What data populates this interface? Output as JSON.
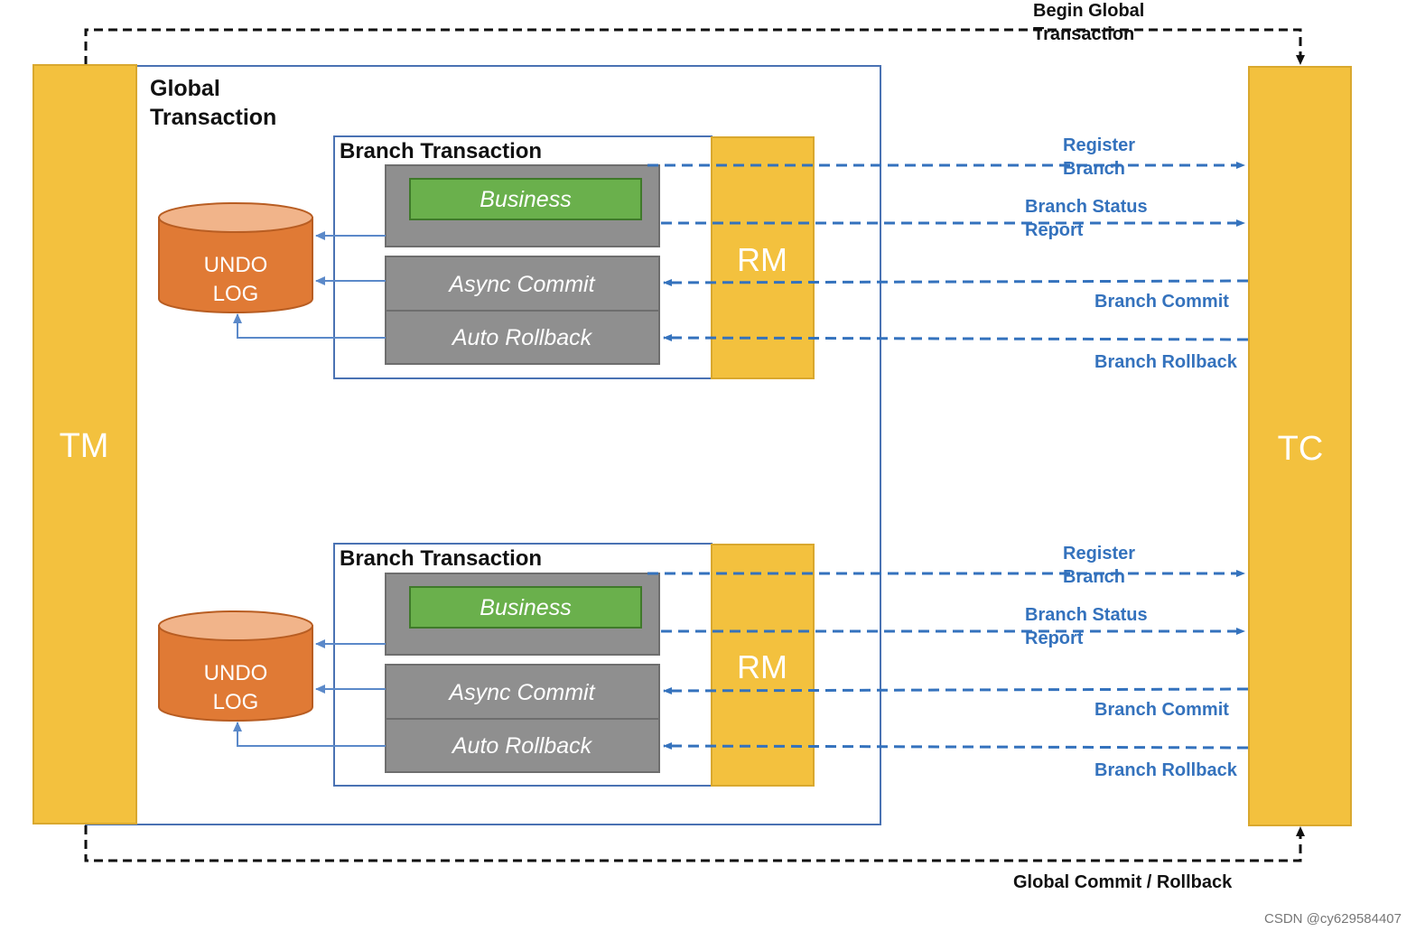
{
  "colors": {
    "yellow": "#f3c13e",
    "yellow_border": "#d9a82e",
    "gray_box": "#8f8f8f",
    "gray_border": "#6e6e6e",
    "green": "#6ab04c",
    "orange": "#e07a35",
    "orange_top": "#f1b48a",
    "blue": "#3472bd",
    "frame": "#4a72b3"
  },
  "tm": {
    "label": "TM"
  },
  "tc": {
    "label": "TC"
  },
  "global": {
    "title_line1": "Global",
    "title_line2": "Transaction"
  },
  "begin": {
    "line1": "Begin Global",
    "line2": "Transaction"
  },
  "global_commit": {
    "label": "Global Commit / Rollback"
  },
  "branches": [
    {
      "title": "Branch Transaction",
      "business": "Business",
      "async_commit": "Async Commit",
      "auto_rollback": "Auto Rollback",
      "rm": "RM",
      "undo_line1": "UNDO",
      "undo_line2": "LOG",
      "register_line1": "Register",
      "register_line2": "Branch",
      "status_line1": "Branch Status",
      "status_line2": "Report",
      "commit": "Branch Commit",
      "rollback": "Branch Rollback"
    },
    {
      "title": "Branch Transaction",
      "business": "Business",
      "async_commit": "Async Commit",
      "auto_rollback": "Auto Rollback",
      "rm": "RM",
      "undo_line1": "UNDO",
      "undo_line2": "LOG",
      "register_line1": "Register",
      "register_line2": "Branch",
      "status_line1": "Branch Status",
      "status_line2": "Report",
      "commit": "Branch Commit",
      "rollback": "Branch Rollback"
    }
  ],
  "watermark": "CSDN @cy629584407"
}
